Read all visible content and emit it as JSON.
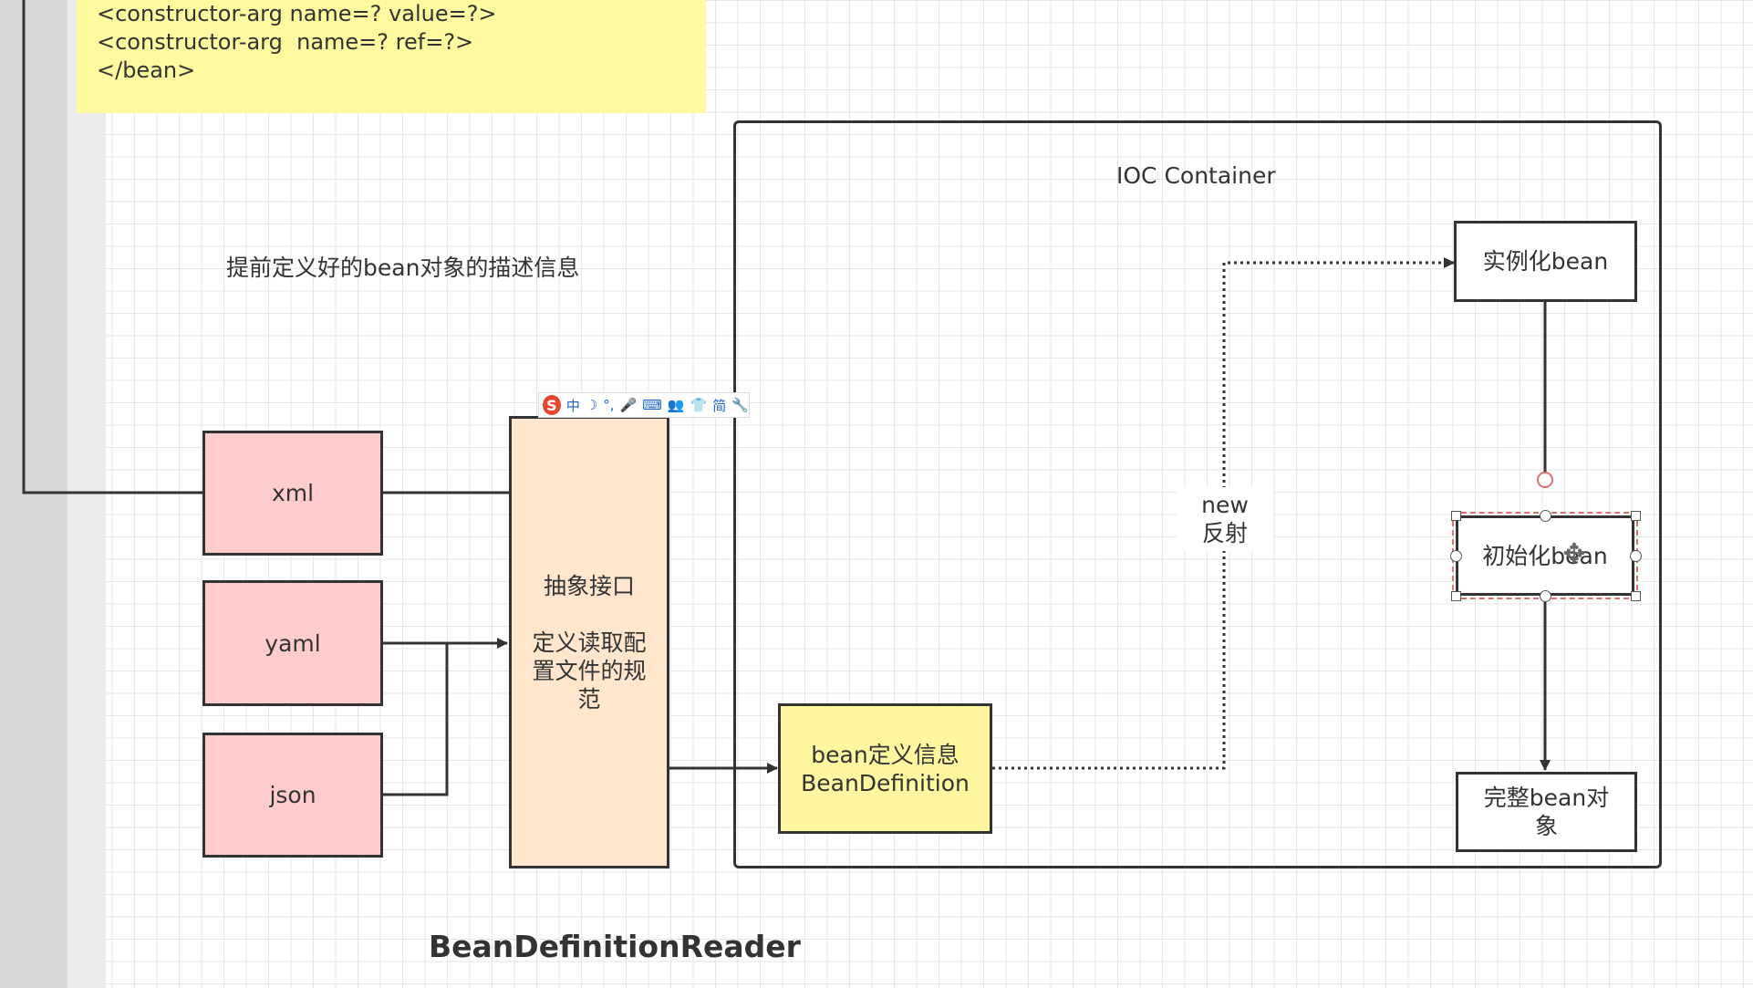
{
  "code_note": {
    "lines": [
      "<constructor-arg name=? value=?>",
      "<constructor-arg  name=? ref=?>",
      "</bean>"
    ]
  },
  "container": {
    "title": "IOC  Container"
  },
  "description_label": "提前定义好的bean对象的描述信息",
  "sources": {
    "xml": "xml",
    "yaml": "yaml",
    "json": "json"
  },
  "reader_interface": {
    "line1": "抽象接口",
    "line2": "定义读取配",
    "line3": "置文件的规",
    "line4": "范"
  },
  "bean_definition": {
    "line1": "bean定义信息",
    "line2": "BeanDefinition"
  },
  "edge_label": {
    "line1": "new",
    "line2": "反射"
  },
  "instantiate": "实例化bean",
  "initialize": "初始化bean",
  "complete": {
    "line1": "完整bean对",
    "line2": "象"
  },
  "reader_name": "BeanDefinitionReader",
  "ime_toolbar": {
    "logo": "S",
    "items": [
      "中",
      "☽",
      "°,",
      "🎤",
      "⌨",
      "👥",
      "👕",
      "简",
      "🔧"
    ]
  }
}
